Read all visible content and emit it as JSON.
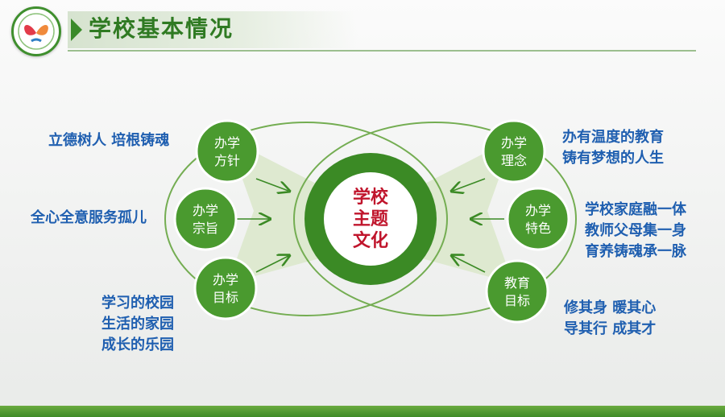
{
  "header": {
    "title": "学校基本情况"
  },
  "center": {
    "lines": [
      "学校",
      "主题",
      "文化"
    ]
  },
  "left_nodes": [
    {
      "lines": [
        "办学",
        "方针"
      ],
      "labels": [
        "立德树人  培根铸魂"
      ]
    },
    {
      "lines": [
        "办学",
        "宗旨"
      ],
      "labels": [
        "全心全意服务孤儿"
      ]
    },
    {
      "lines": [
        "办学",
        "目标"
      ],
      "labels": [
        "学习的校园",
        "生活的家园",
        "成长的乐园"
      ]
    }
  ],
  "right_nodes": [
    {
      "lines": [
        "办学",
        "理念"
      ],
      "labels": [
        "办有温度的教育",
        "铸有梦想的人生"
      ]
    },
    {
      "lines": [
        "办学",
        "特色"
      ],
      "labels": [
        "学校家庭融一体",
        "教师父母集一身",
        "育养铸魂承一脉"
      ]
    },
    {
      "lines": [
        "教育",
        "目标"
      ],
      "labels": [
        "修其身  暖其心",
        "导其行  成其才"
      ]
    }
  ],
  "colors": {
    "node_green": "#4a9a2f",
    "node_dark": "#3b8a25",
    "center_text": "#c0152c",
    "label_blue": "#1f5fb0",
    "outline_green": "#74ad52",
    "fan_fill": "#dbe8cc"
  }
}
